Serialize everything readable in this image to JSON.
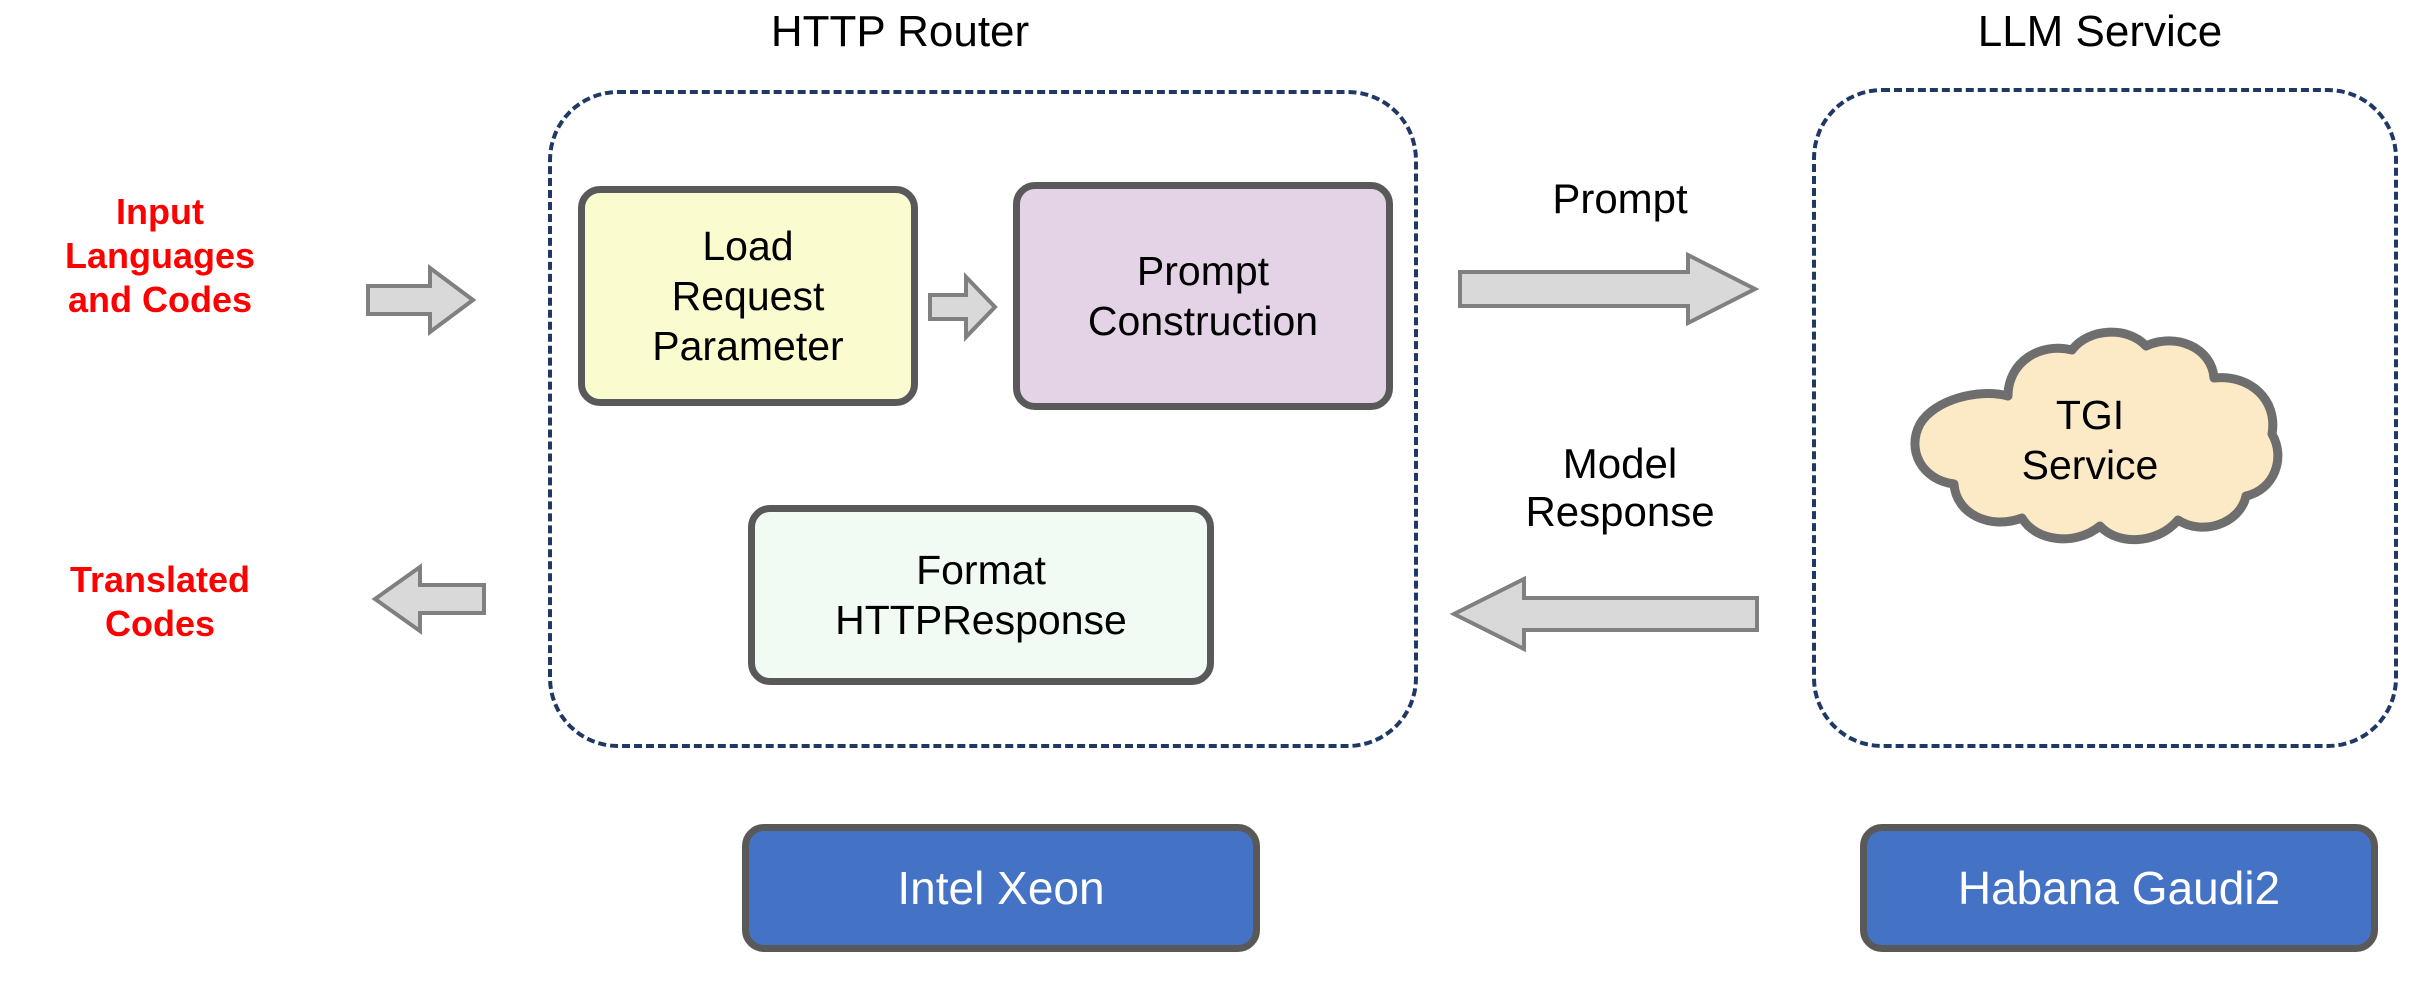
{
  "diagram": {
    "title_http_router": "HTTP Router",
    "title_llm_service": "LLM Service",
    "input_label": "Input\nLanguages\nand Codes",
    "output_label": "Translated\nCodes",
    "box_load_request": "Load\nRequest\nParameter",
    "box_prompt_construction": "Prompt\nConstruction",
    "box_format_response": "Format\nHTTPResponse",
    "cloud_tgi": "TGI\nService",
    "hw_intel_xeon": "Intel Xeon",
    "hw_habana_gaudi2": "Habana Gaudi2",
    "arrow_prompt_label": "Prompt",
    "arrow_model_response_label": "Model\nResponse"
  },
  "colors": {
    "red_text": "#FF0000",
    "dashed_border": "#1F3864",
    "box_border": "#595959",
    "yellow_fill": "#FBFBD0",
    "purple_fill": "#E4D3E6",
    "mint_fill": "#F1FBF4",
    "cloud_fill": "#FCE9C6",
    "blue_fill": "#4472C4",
    "arrow_fill": "#D9D9D9",
    "arrow_stroke": "#808080",
    "white_text": "#FFFFFF",
    "black_text": "#000000"
  }
}
